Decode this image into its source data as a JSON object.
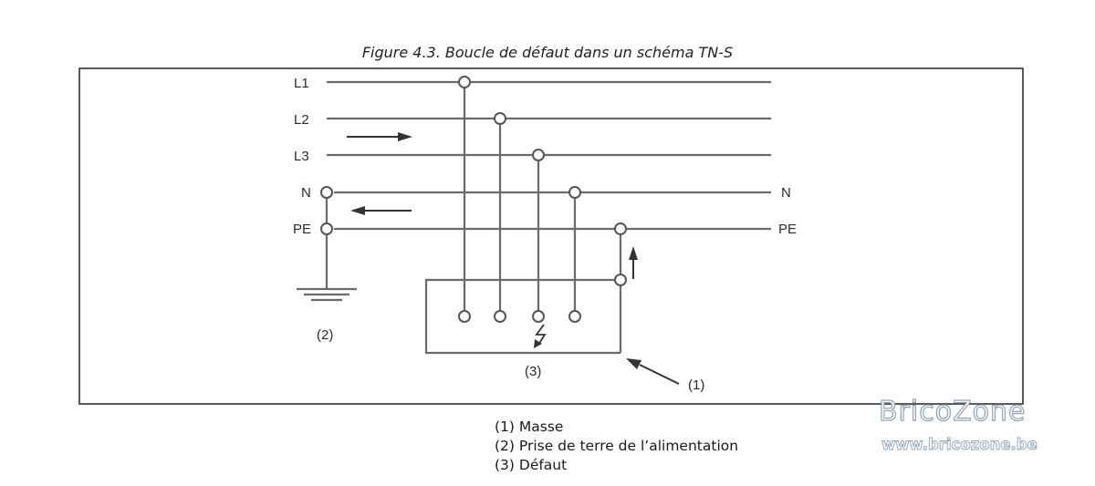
{
  "figure": {
    "caption": "Figure 4.3. Boucle de défaut dans un schéma TN-S",
    "conductors": {
      "l1": "L1",
      "l2": "L2",
      "l3": "L3",
      "n_left": "N",
      "pe_left": "PE",
      "n_right": "N",
      "pe_right": "PE"
    },
    "markers": {
      "earth": "(2)",
      "fault": "(3)",
      "frame": "(1)"
    }
  },
  "legend": [
    "(1) Masse",
    "(2) Prise de terre de l’alimentation",
    "(3) Défaut"
  ],
  "watermark": {
    "name": "BricoZone",
    "url": "www.bricozone.be"
  }
}
